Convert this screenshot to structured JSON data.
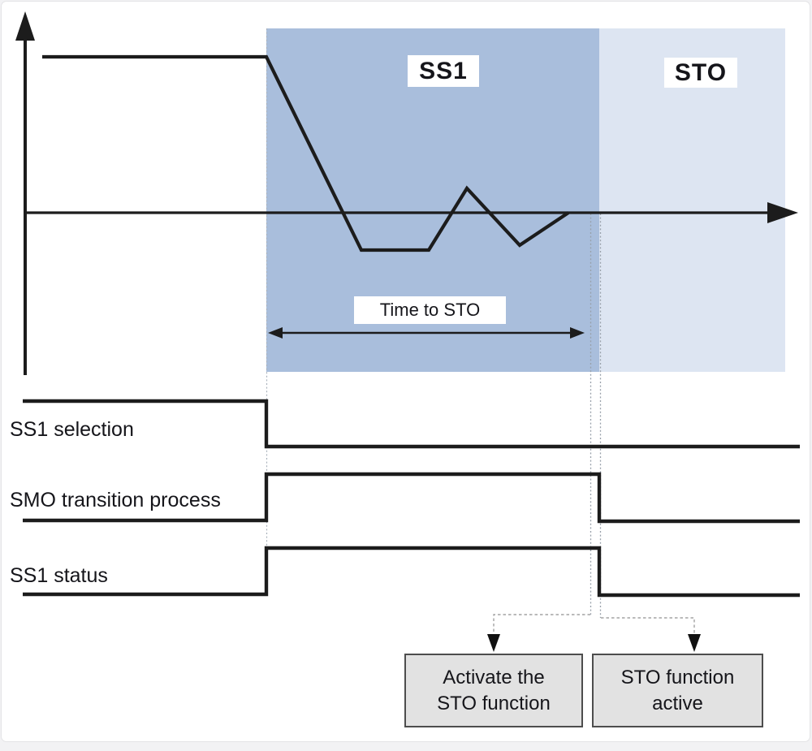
{
  "diagram": {
    "title_hint": "SS1 to STO safety function timing diagram",
    "region_ss1": {
      "label": "SS1",
      "fill": "#a9bedc"
    },
    "region_sto": {
      "label": "STO",
      "fill": "#dde5f2"
    },
    "time_to_sto": {
      "label": "Time to STO"
    },
    "signals": [
      {
        "label": "SS1 selection"
      },
      {
        "label": "SMO transition process"
      },
      {
        "label": "SS1 status"
      }
    ],
    "callouts": [
      {
        "label": "Activate the STO function"
      },
      {
        "label": "STO function active"
      }
    ],
    "colors": {
      "trace": "#1c1c1c",
      "callout_fill": "#e2e2e2",
      "callout_border": "#4d4d4d",
      "guide_dotted": "#98a0aa",
      "connector_dashed": "#a3a3a3"
    }
  }
}
